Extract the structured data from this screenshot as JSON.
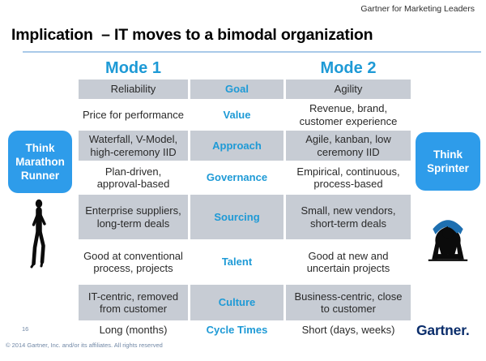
{
  "header": {
    "brand": "Gartner for Marketing Leaders",
    "title": "Implication  – IT moves to a bimodal organization"
  },
  "table": {
    "mode1_header": "Mode 1",
    "mode2_header": "Mode 2",
    "rows": [
      {
        "attribute": "Goal",
        "mode1": "Reliability",
        "mode2": "Agility"
      },
      {
        "attribute": "Value",
        "mode1": "Price for performance",
        "mode2": "Revenue, brand, customer experience"
      },
      {
        "attribute": "Approach",
        "mode1": "Waterfall, V-Model, high-ceremony IID",
        "mode2": "Agile, kanban, low ceremony IID"
      },
      {
        "attribute": "Governance",
        "mode1": "Plan-driven, approval-based",
        "mode2": "Empirical, continuous, process-based"
      },
      {
        "attribute": "Sourcing",
        "mode1": "Enterprise suppliers, long-term deals",
        "mode2": "Small, new vendors, short-term deals"
      },
      {
        "attribute": "Talent",
        "mode1": "Good at conventional process, projects",
        "mode2": "Good at new and uncertain projects"
      },
      {
        "attribute": "Culture",
        "mode1": "IT-centric, removed from customer",
        "mode2": "Business-centric, close to customer"
      },
      {
        "attribute": "Cycle Times",
        "mode1": "Long (months)",
        "mode2": "Short (days, weeks)"
      }
    ]
  },
  "badges": {
    "left": "Think Marathon Runner",
    "right": "Think Sprinter"
  },
  "icons": {
    "left": "marathon-runner-silhouette",
    "right": "sprinter-silhouette"
  },
  "footer": {
    "page_number": "16",
    "copyright": "© 2014 Gartner, Inc. and/or its affiliates. All rights reserved",
    "logo_text": "Gartner."
  },
  "colors": {
    "accent_blue": "#1E9AD6",
    "badge_blue": "#2E9CEA",
    "row_gray": "#C7CCD4",
    "underline_blue": "#A9C9E9",
    "logo_navy": "#0A2D6B",
    "sprinter_highlight_blue": "#1E6FB0"
  }
}
